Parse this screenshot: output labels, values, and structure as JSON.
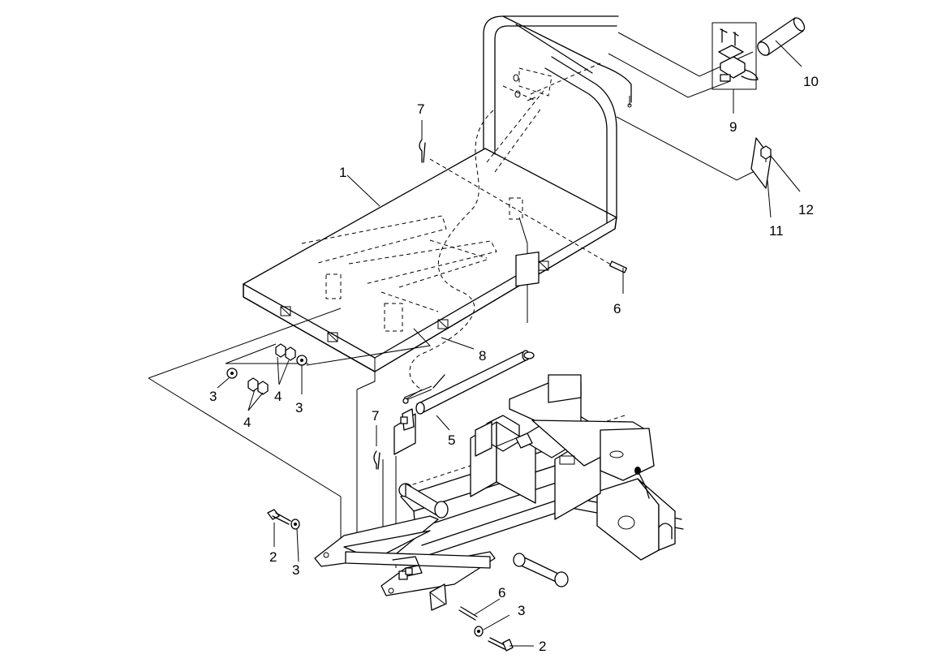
{
  "callouts": [
    {
      "id": "c1",
      "label": "1"
    },
    {
      "id": "c2a",
      "label": "2"
    },
    {
      "id": "c2b",
      "label": "2"
    },
    {
      "id": "c3a",
      "label": "3"
    },
    {
      "id": "c3b",
      "label": "3"
    },
    {
      "id": "c3c",
      "label": "3"
    },
    {
      "id": "c3d",
      "label": "3"
    },
    {
      "id": "c4a",
      "label": "4"
    },
    {
      "id": "c4b",
      "label": "4"
    },
    {
      "id": "c5",
      "label": "5"
    },
    {
      "id": "c6a",
      "label": "6"
    },
    {
      "id": "c6b",
      "label": "6"
    },
    {
      "id": "c7a",
      "label": "7"
    },
    {
      "id": "c7b",
      "label": "7"
    },
    {
      "id": "c8",
      "label": "8"
    },
    {
      "id": "c9",
      "label": "9"
    },
    {
      "id": "c10",
      "label": "10"
    },
    {
      "id": "c11",
      "label": "11"
    },
    {
      "id": "c12",
      "label": "12"
    }
  ]
}
